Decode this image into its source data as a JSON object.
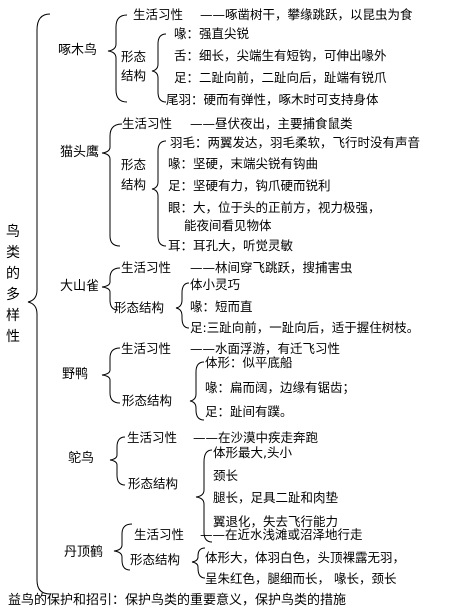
{
  "root": "鸟类的多样性",
  "birds": [
    {
      "name": "啄木鸟",
      "habit_label": "生活习性",
      "habit": "——啄凿树干，攀缘跳跃，以昆虫为食",
      "form_label_1": "形态",
      "form_label_2": "结构",
      "traits": [
        "喙：强直尖锐",
        "舌：细长，尖端生有短钩，可伸出喙外",
        "足：二趾向前，二趾向后，趾端有锐爪",
        "尾羽：硬而有弹性，啄木时可支持身体"
      ]
    },
    {
      "name": "猫头鹰",
      "habit_label": "生活习性",
      "habit": "——昼伏夜出，主要捕食鼠类",
      "form_label_1": "形态",
      "form_label_2": "结构",
      "traits": [
        "羽毛：两翼发达，羽毛柔软，飞行时没有声音",
        "喙：坚硬，末端尖锐有钩曲",
        "足：坚硬有力，钩爪硬而锐利",
        "眼：大，位于头的正前方，视力极强，",
        "能夜间看见物体",
        "耳：耳孔大，听觉灵敏"
      ]
    },
    {
      "name": "大山雀",
      "habit_label": "生活习性",
      "habit": "——林间穿飞跳跃，搜捕害虫",
      "form_label": "形态结构",
      "traits": [
        "体小灵巧",
        "喙：短而直",
        "足:三趾向前，一趾向后，适于握住树枝。"
      ]
    },
    {
      "name": "野鸭",
      "habit_label": "生活习性",
      "habit": "——水面浮游，有迁飞习性",
      "form_label": "形态结构",
      "traits": [
        "体形：似平底船",
        "喙：扁而阔，边缘有锯齿；",
        "足：趾间有蹼。"
      ]
    },
    {
      "name": "鸵鸟",
      "habit_label": "生活习性",
      "habit": "——在沙漠中疾走奔跑",
      "form_label": "形态结构",
      "traits": [
        "体形最大,头小",
        "颈长",
        "腿长，足具二趾和肉垫",
        "翼退化，失去飞行能力"
      ]
    },
    {
      "name": "丹顶鹤",
      "habit_label": "生活习性",
      "habit": "——在近水浅滩或沼泽地行走",
      "form_label": "形态结构",
      "traits": [
        "体形大，体羽白色，头顶裸露无羽，",
        "呈朱红色，腿细而长， 喙长，颈长"
      ]
    }
  ],
  "footer": "益鸟的保护和招引：保护鸟类的重要意义，保护鸟类的措施"
}
